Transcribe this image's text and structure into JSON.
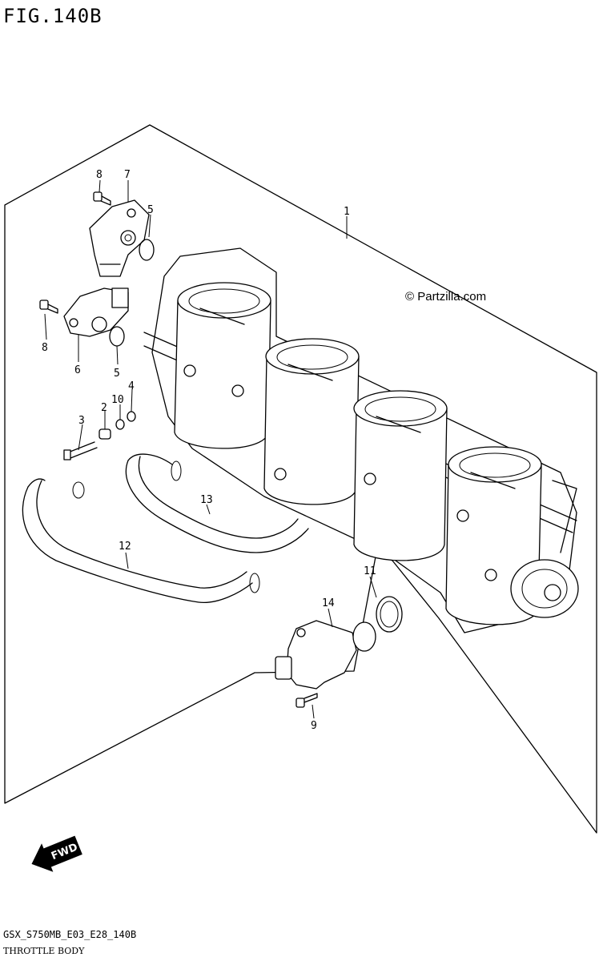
{
  "figure": {
    "title": "FIG.140B",
    "code": "GSX_S750MB_E03_E28_140B",
    "caption": "THROTTLE BODY",
    "watermark": "© Partzilla.com",
    "fwd_label": "FWD"
  },
  "callouts": {
    "c1": "1",
    "c2": "2",
    "c3": "3",
    "c4": "4",
    "c5a": "5",
    "c5b": "5",
    "c6": "6",
    "c7": "7",
    "c8a": "8",
    "c8b": "8",
    "c9": "9",
    "c10": "10",
    "c11": "11",
    "c12": "12",
    "c13": "13",
    "c14": "14"
  }
}
